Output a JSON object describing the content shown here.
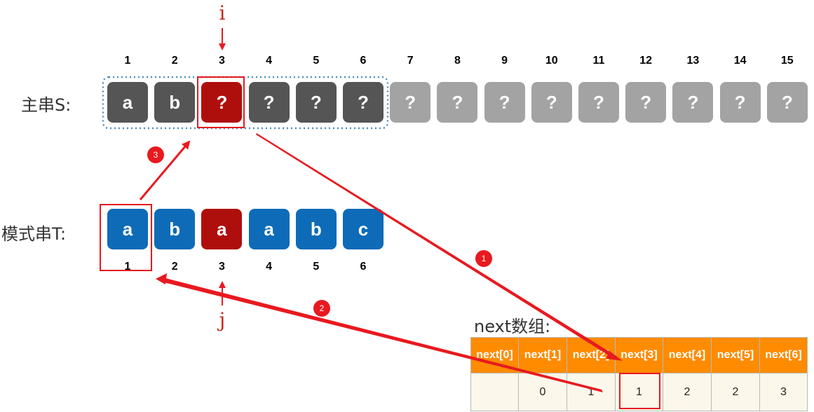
{
  "labels": {
    "main_string": "主串S:",
    "pattern_string": "模式串T:",
    "i_marker": "i",
    "j_marker": "j",
    "next_array": "next数组:"
  },
  "main_string": {
    "indices": [
      "1",
      "2",
      "3",
      "4",
      "5",
      "6",
      "7",
      "8",
      "9",
      "10",
      "11",
      "12",
      "13",
      "14",
      "15"
    ],
    "chars": [
      "a",
      "b",
      "?",
      "?",
      "?",
      "?",
      "?",
      "?",
      "?",
      "?",
      "?",
      "?",
      "?",
      "?",
      "?"
    ],
    "states": [
      "dark",
      "dark",
      "current",
      "dark",
      "dark",
      "dark",
      "light",
      "light",
      "light",
      "light",
      "light",
      "light",
      "light",
      "light",
      "light"
    ]
  },
  "pattern_string": {
    "indices": [
      "1",
      "2",
      "3",
      "4",
      "5",
      "6"
    ],
    "chars": [
      "a",
      "b",
      "a",
      "a",
      "b",
      "c"
    ],
    "states": [
      "blue",
      "blue",
      "current",
      "blue",
      "blue",
      "blue"
    ]
  },
  "next_array": {
    "headers": [
      "next[0]",
      "next[1]",
      "next[2]",
      "next[3]",
      "next[4]",
      "next[5]",
      "next[6]"
    ],
    "values": [
      "",
      "0",
      "1",
      "1",
      "2",
      "2",
      "3"
    ]
  },
  "step_badges": [
    "1",
    "2",
    "3"
  ],
  "colors": {
    "dark": "#555555",
    "light": "#a3a3a3",
    "current": "#af0f0c",
    "blue": "#0e6bb8",
    "highlight": "#e8191f",
    "dotted_border": "#4a8fc0",
    "table_header": "#ff8b00",
    "table_body": "#fbf7ea"
  }
}
